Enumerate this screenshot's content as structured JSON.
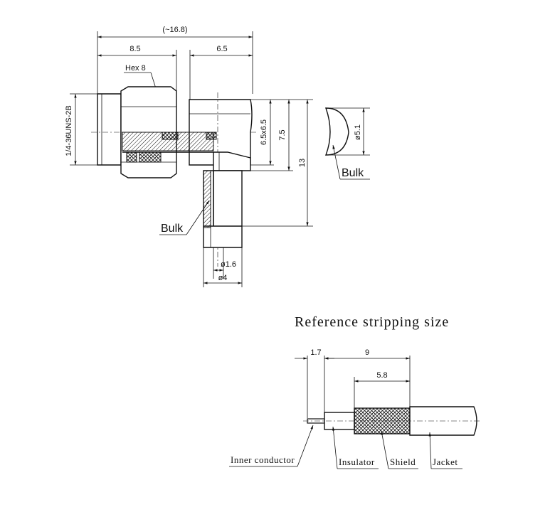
{
  "connector": {
    "overall_length": "(~16.8)",
    "hex_length": "8.5",
    "body_length": "6.5",
    "hex_label": "Hex 8",
    "thread_label": "1/4-36UNS-2B",
    "square_size": "6.5x6.5",
    "body_height": "7.5",
    "total_height": "13",
    "bulk_label_side": "Bulk",
    "pin_diameter": "ø1.6",
    "sleeve_diameter": "ø4"
  },
  "detail": {
    "diameter": "ø5.1",
    "bulk_label": "Bulk"
  },
  "stripping": {
    "title": "Reference stripping size",
    "dim_inner": "1.7",
    "dim_total": "9",
    "dim_shield": "5.8",
    "labels": {
      "inner_conductor": "Inner conductor",
      "insulator": "Insulator",
      "shield": "Shield",
      "jacket": "Jacket"
    }
  }
}
